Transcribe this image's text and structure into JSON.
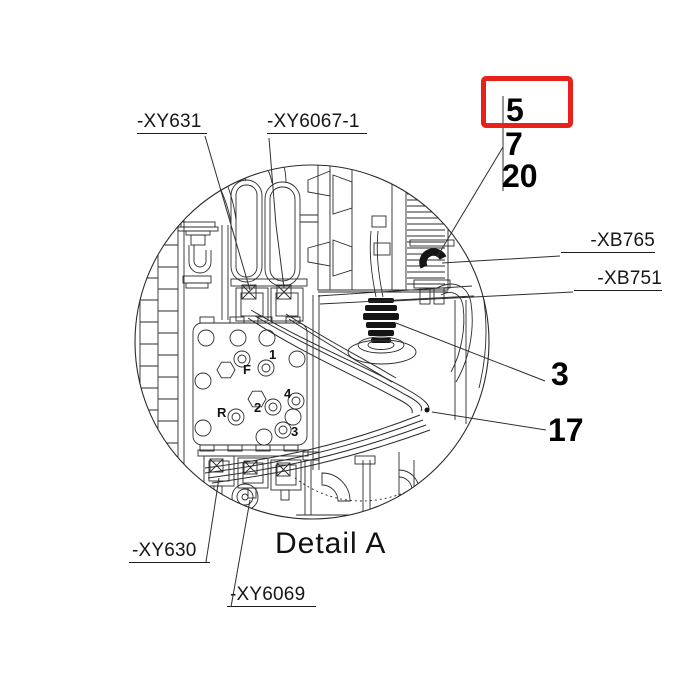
{
  "window": {
    "background": "#ffffff"
  },
  "diagram": {
    "caption": "Detail A",
    "highlight_color": "#e8211b",
    "line_color": "#2b2b2b",
    "callouts": [
      {
        "label": "5",
        "highlighted": true
      },
      {
        "label": "7",
        "highlighted": false
      },
      {
        "label": "20",
        "highlighted": false
      },
      {
        "label": "3",
        "highlighted": false
      },
      {
        "label": "17",
        "highlighted": false
      }
    ],
    "ref_labels": [
      {
        "label": "-XY631"
      },
      {
        "label": "-XY6067-1"
      },
      {
        "label": "-XB765"
      },
      {
        "label": "-XB751"
      },
      {
        "label": "-XY630"
      },
      {
        "label": "-XY6069"
      }
    ],
    "manifold_ports": [
      {
        "label": "F"
      },
      {
        "label": "1"
      },
      {
        "label": "R"
      },
      {
        "label": "2"
      },
      {
        "label": "4"
      },
      {
        "label": "3"
      }
    ]
  }
}
